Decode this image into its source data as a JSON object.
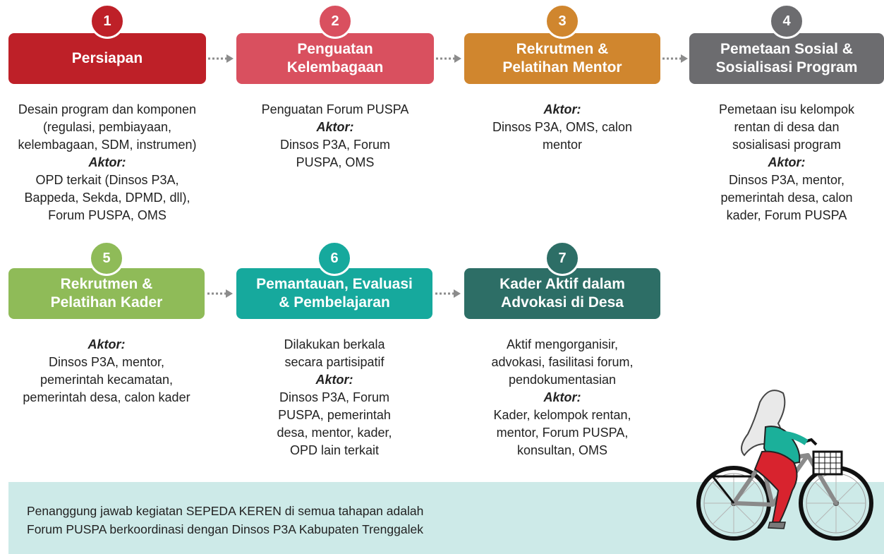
{
  "steps": [
    {
      "number": "1",
      "title_lines": [
        "Persiapan"
      ],
      "color": "#be2028",
      "desc_lines": [
        "Desain program dan komponen",
        "(regulasi, pembiayaan,",
        "kelembagaan, SDM, instrumen)"
      ],
      "aktor_label": "Aktor:",
      "aktor_lines": [
        "OPD terkait (Dinsos P3A,",
        "Bappeda, Sekda, DPMD, dll),",
        "Forum PUSPA, OMS"
      ]
    },
    {
      "number": "2",
      "title_lines": [
        "Penguatan",
        "Kelembagaan"
      ],
      "color": "#d9505f",
      "desc_lines": [
        "Penguatan Forum PUSPA"
      ],
      "aktor_label": "Aktor:",
      "aktor_lines": [
        "Dinsos P3A, Forum",
        "PUSPA, OMS"
      ]
    },
    {
      "number": "3",
      "title_lines": [
        "Rekrutmen &",
        "Pelatihan Mentor"
      ],
      "color": "#d0862e",
      "desc_lines": [],
      "aktor_label": "Aktor:",
      "aktor_lines": [
        "Dinsos P3A, OMS, calon",
        "mentor"
      ]
    },
    {
      "number": "4",
      "title_lines": [
        "Pemetaan Sosial &",
        "Sosialisasi Program"
      ],
      "color": "#6c6c6f",
      "desc_lines": [
        "Pemetaan isu kelompok",
        "rentan di desa dan",
        "sosialisasi program"
      ],
      "aktor_label": "Aktor:",
      "aktor_lines": [
        "Dinsos P3A, mentor,",
        "pemerintah desa, calon",
        "kader, Forum PUSPA"
      ]
    },
    {
      "number": "5",
      "title_lines": [
        "Rekrutmen &",
        "Pelatihan Kader"
      ],
      "color": "#8fbb58",
      "desc_lines": [],
      "aktor_label": "Aktor:",
      "aktor_lines": [
        "Dinsos P3A, mentor,",
        "pemerintah kecamatan,",
        "pemerintah desa, calon kader"
      ]
    },
    {
      "number": "6",
      "title_lines": [
        "Pemantauan, Evaluasi",
        "& Pembelajaran"
      ],
      "color": "#16a99d",
      "desc_lines": [
        "Dilakukan berkala",
        "secara partisipatif"
      ],
      "aktor_label": "Aktor:",
      "aktor_lines": [
        "Dinsos P3A, Forum",
        "PUSPA, pemerintah",
        "desa, mentor, kader,",
        "OPD lain terkait"
      ]
    },
    {
      "number": "7",
      "title_lines": [
        "Kader Aktif dalam",
        "Advokasi di Desa"
      ],
      "color": "#2d6e66",
      "desc_lines": [
        "Aktif mengorganisir,",
        "advokasi, fasilitasi forum,",
        "pendokumentasian"
      ],
      "aktor_label": "Aktor:",
      "aktor_lines": [
        "Kader, kelompok rentan,",
        "mentor, Forum PUSPA,",
        "konsultan, OMS"
      ]
    }
  ],
  "footer": {
    "lines": [
      "Penanggung jawab kegiatan SEPEDA KEREN di semua tahapan adalah",
      "Forum PUSPA berkoordinasi dengan Dinsos P3A Kabupaten Trenggalek"
    ],
    "background": "#cdeae8"
  },
  "illustration": {
    "icon": "woman-on-bicycle-illustration"
  }
}
